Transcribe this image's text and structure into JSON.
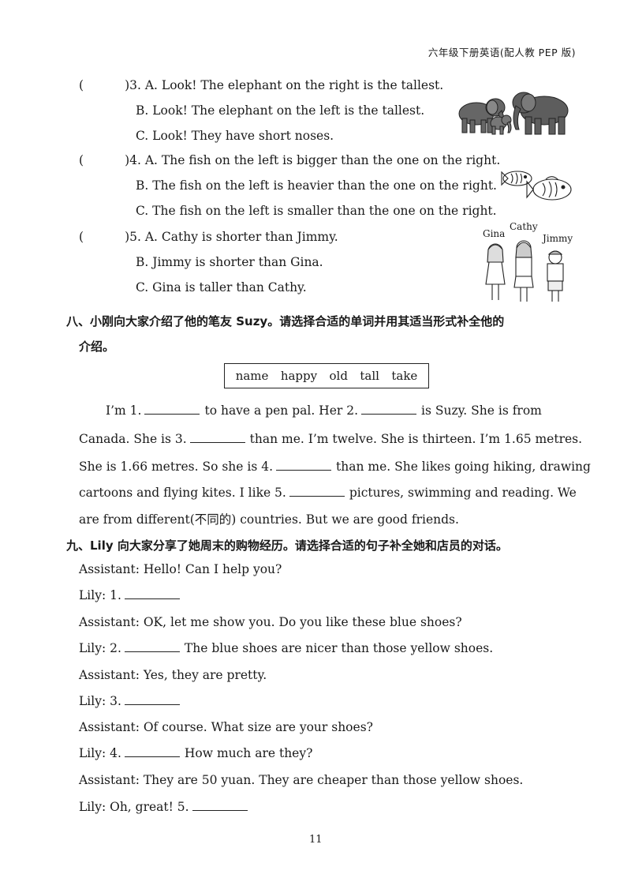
{
  "header": {
    "title": "六年级下册英语(配人教 PEP 版)"
  },
  "questions": [
    {
      "num": "3",
      "options": [
        "A. Look! The elephant on the right is the tallest.",
        "B. Look! The elephant on the left is the tallest.",
        "C. Look! They have short noses."
      ]
    },
    {
      "num": "4",
      "options": [
        "A. The fish on the left is bigger than the one on the right.",
        "B. The fish on the left is heavier than the one on the right.",
        "C. The fish on the left is smaller than the one on the right."
      ]
    },
    {
      "num": "5",
      "options": [
        "A. Cathy is shorter than Jimmy.",
        "B. Jimmy is shorter than Gina.",
        "C. Gina is taller than Cathy."
      ]
    }
  ],
  "illustration_kids": {
    "gina": "Gina",
    "cathy": "Cathy",
    "jimmy": "Jimmy"
  },
  "section8": {
    "title_line1": "八、小刚向大家介绍了他的笔友 Suzy。请选择合适的单词并用其适当形式补全他的",
    "title_line2": "介绍。",
    "words": [
      "name",
      "happy",
      "old",
      "tall",
      "take"
    ],
    "p1": [
      "I’m 1.",
      "to have a pen pal. Her 2.",
      "is Suzy. She is from"
    ],
    "p2": [
      "Canada. She is 3.",
      "than me. I’m twelve. She is thirteen. I’m 1.65 metres."
    ],
    "p3": [
      "She is 1.66 metres. So she is 4.",
      "than me. She likes going hiking, drawing"
    ],
    "p4": [
      "cartoons and flying kites. I like 5.",
      "pictures, swimming and reading. We"
    ],
    "p5": "are from different(不同的) countries. But we are good friends."
  },
  "section9": {
    "title": "九、Lily 向大家分享了她周末的购物经历。请选择合适的句子补全她和店员的对话。",
    "lines": [
      {
        "before": "Assistant: Hello! Can I help you?",
        "after": "",
        "blank": false
      },
      {
        "before": "Lily: 1.",
        "after": "",
        "blank": true
      },
      {
        "before": "Assistant: OK, let me show you. Do you like these blue shoes?",
        "after": "",
        "blank": false
      },
      {
        "before": "Lily: 2.",
        "after": "The blue shoes are nicer than those yellow shoes.",
        "blank": true
      },
      {
        "before": "Assistant: Yes, they are pretty.",
        "after": "",
        "blank": false
      },
      {
        "before": "Lily: 3.",
        "after": "",
        "blank": true
      },
      {
        "before": "Assistant: Of course. What size are your shoes?",
        "after": "",
        "blank": false
      },
      {
        "before": "Lily: 4.",
        "after": "How much are they?",
        "blank": true
      },
      {
        "before": "Assistant: They are 50 yuan. They are cheaper than those yellow shoes.",
        "after": "",
        "blank": false
      },
      {
        "before": "Lily: Oh, great! 5.",
        "after": "",
        "blank": true
      }
    ]
  },
  "footer": {
    "page_number": "11"
  }
}
